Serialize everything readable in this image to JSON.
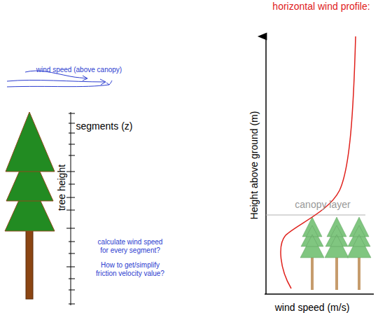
{
  "diagram": {
    "title": "horizontal wind profile:",
    "labels": [
      "wind speed (above canopy)",
      "segments (z)",
      "tree height",
      "calculate wind speed for every segment?",
      "How to get/simplify friction velocity value?",
      "Height above ground (m)",
      "canopy layer",
      "wind speed (m/s)"
    ]
  }
}
